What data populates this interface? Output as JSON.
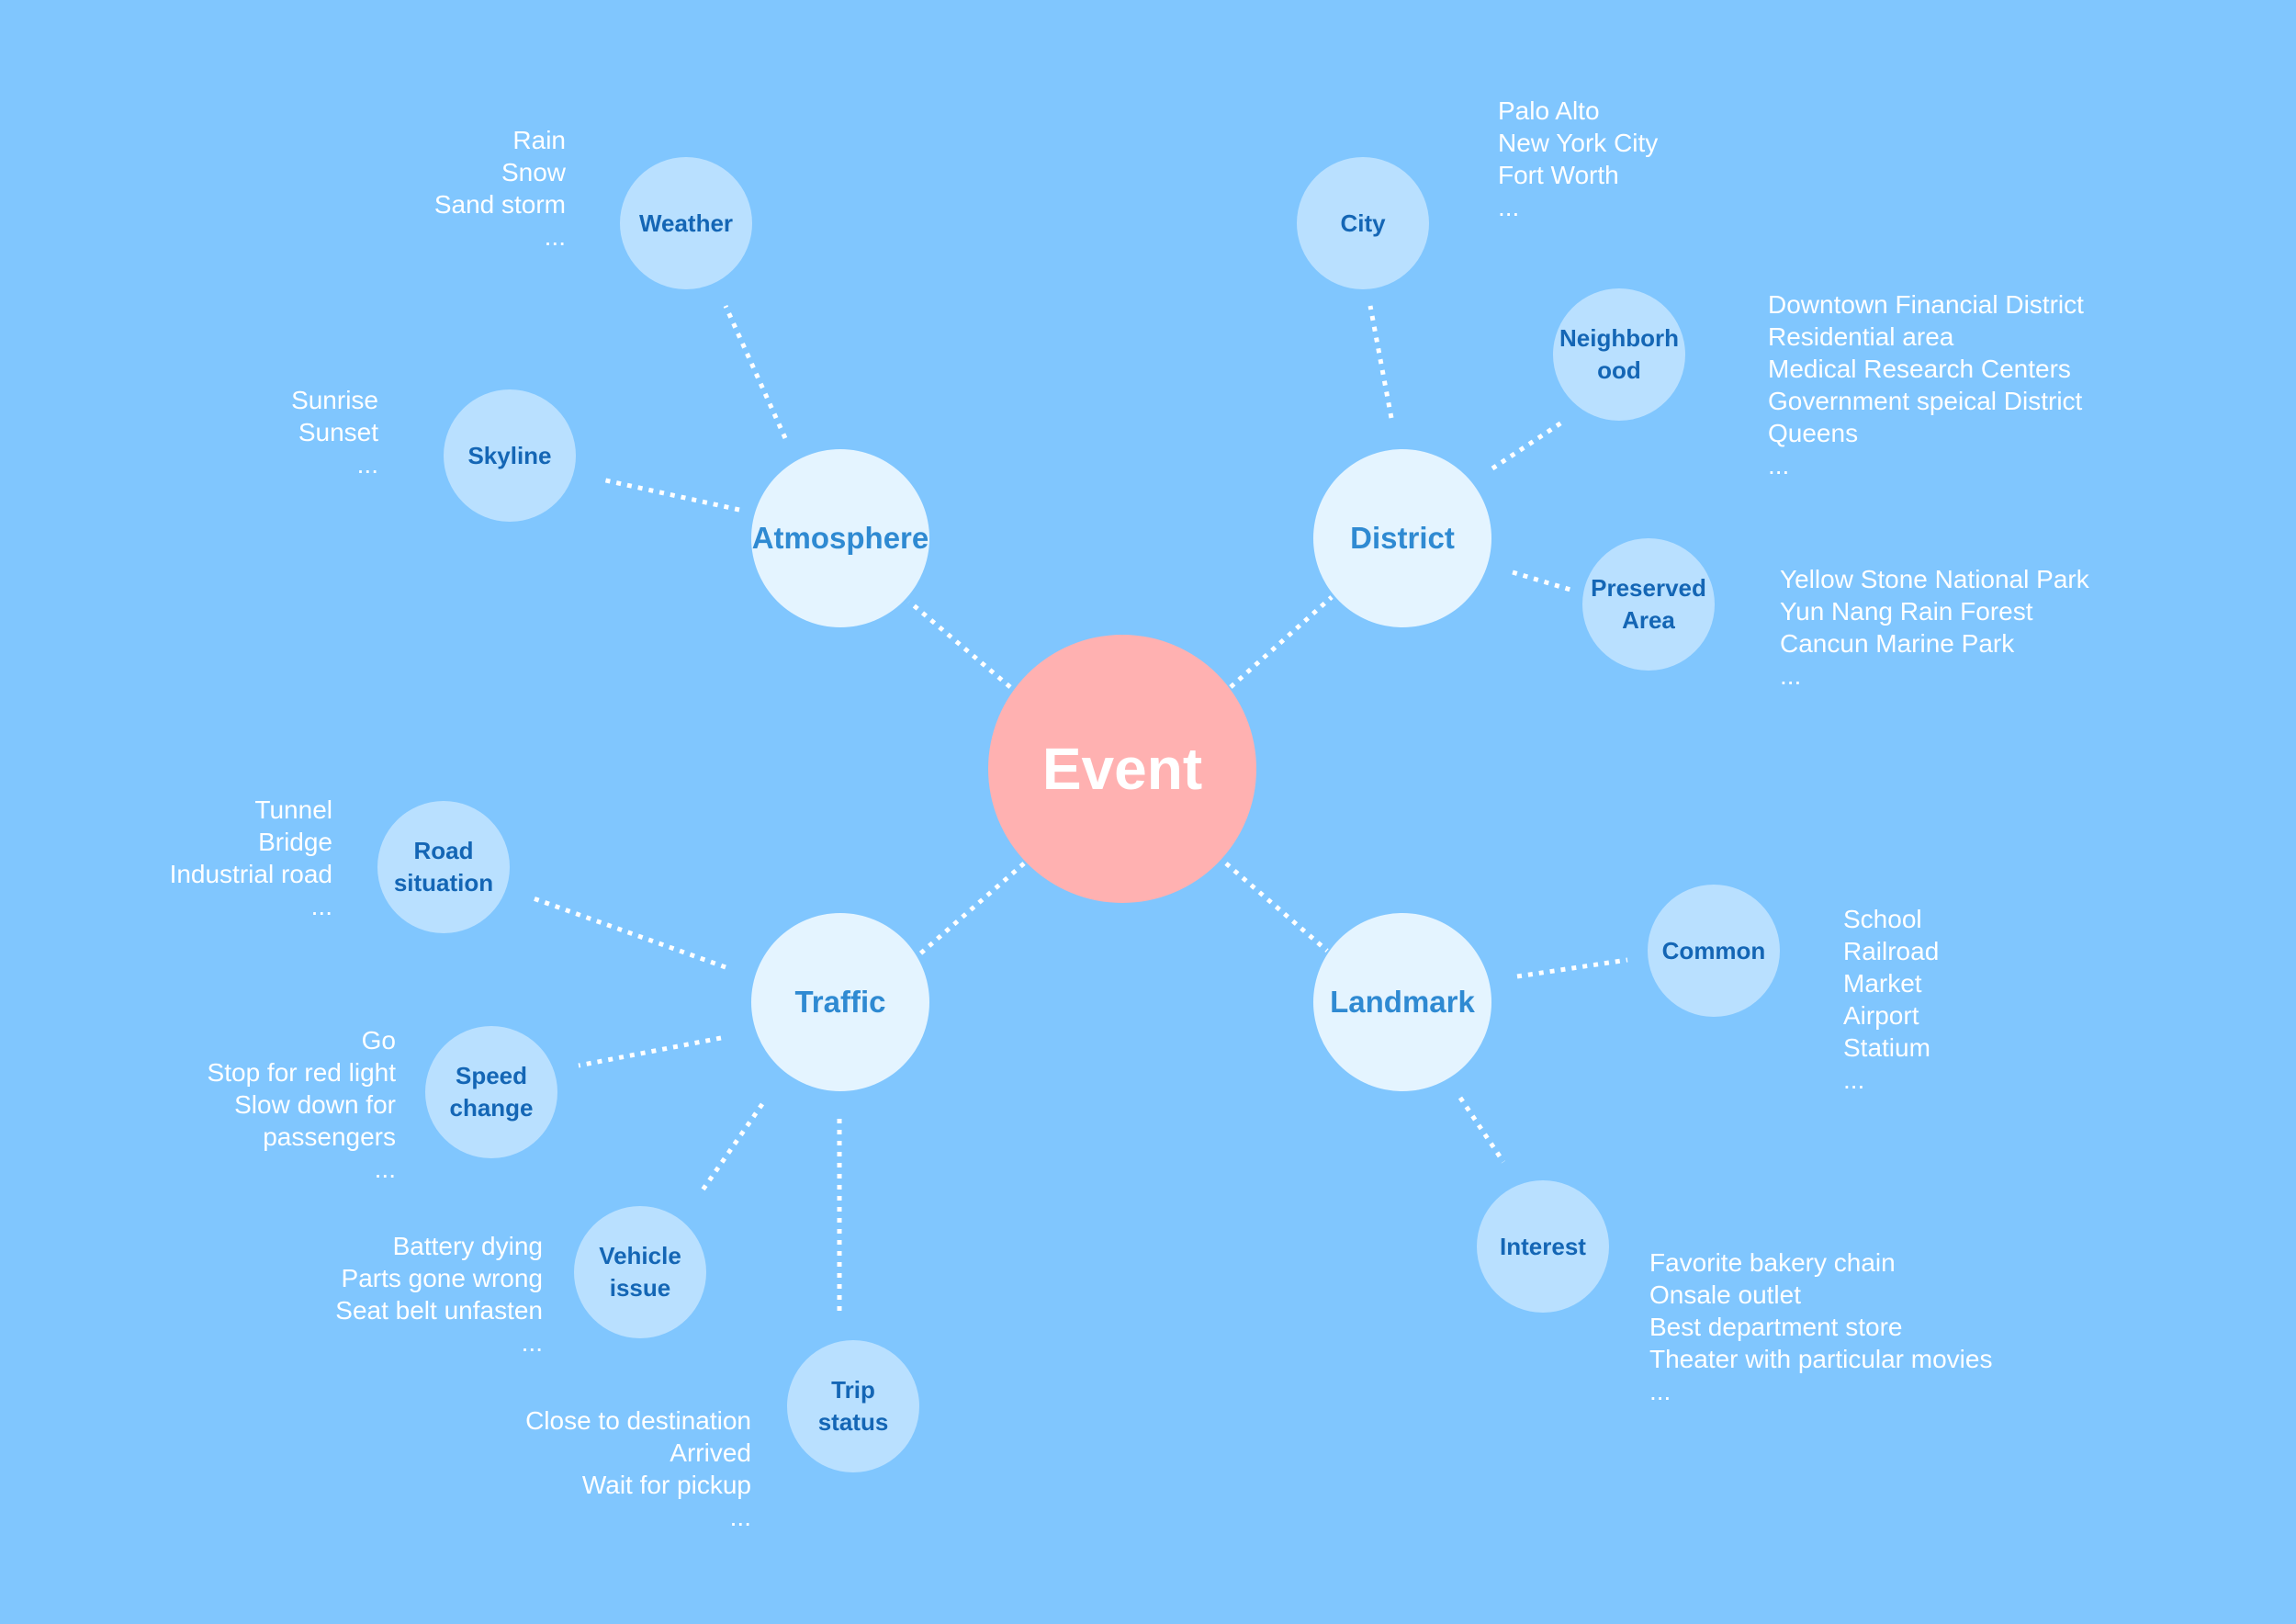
{
  "center": {
    "label": "Event",
    "color": "#ffb1b1"
  },
  "colors": {
    "background": "#80c6fe",
    "category_fill": "#e4f4ff",
    "category_text": "#2f8ad2",
    "leaf_fill": "#b9e0ff",
    "leaf_text": "#1466b5",
    "connector": "#ffffff"
  },
  "categories": {
    "atmosphere": "Atmosphere",
    "district": "District",
    "traffic": "Traffic",
    "landmark": "Landmark"
  },
  "leaves": {
    "weather": {
      "label": "Weather",
      "examples": [
        "Rain",
        "Snow",
        "Sand storm",
        "..."
      ]
    },
    "skyline": {
      "label": "Skyline",
      "examples": [
        "Sunrise",
        "Sunset",
        "..."
      ]
    },
    "city": {
      "label": "City",
      "examples": [
        "Palo Alto",
        "New York City",
        "Fort Worth",
        "..."
      ]
    },
    "neighborhood": {
      "label": "Neighborh ood",
      "examples": [
        "Downtown Financial District",
        "Residential area",
        "Medical Research Centers",
        "Government speical District",
        "Queens",
        "..."
      ]
    },
    "preserved_area": {
      "label": "Preserved Area",
      "examples": [
        "Yellow Stone National Park",
        "Yun Nang Rain Forest",
        "Cancun Marine Park",
        "..."
      ]
    },
    "road_situation": {
      "label": "Road situation",
      "examples": [
        "Tunnel",
        "Bridge",
        "Industrial road",
        "..."
      ]
    },
    "speed_change": {
      "label": "Speed change",
      "examples": [
        "Go",
        "Stop for red light",
        "Slow  down for",
        "passengers",
        "..."
      ]
    },
    "vehicle_issue": {
      "label": "Vehicle issue",
      "examples": [
        "Battery dying",
        "Parts gone wrong",
        "Seat belt unfasten",
        "..."
      ]
    },
    "trip_status": {
      "label": "Trip status",
      "examples": [
        "Close to destination",
        "Arrived",
        "Wait for pickup",
        "..."
      ]
    },
    "common": {
      "label": "Common",
      "examples": [
        "School",
        "Railroad",
        "Market",
        "Airport",
        "Statium",
        "..."
      ]
    },
    "interest": {
      "label": "Interest",
      "examples": [
        "Favorite bakery chain",
        "Onsale outlet",
        "Best department store",
        "Theater with particular movies",
        "..."
      ]
    }
  }
}
